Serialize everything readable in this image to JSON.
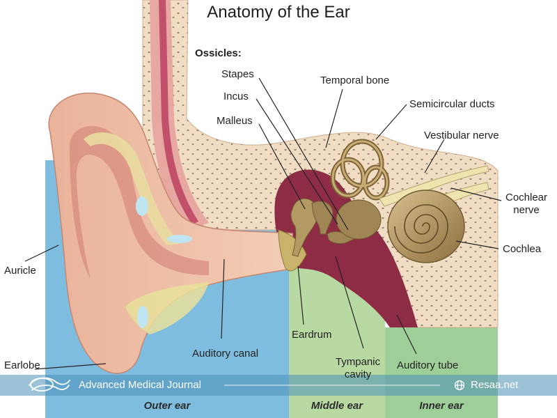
{
  "title": "Anatomy of the Ear",
  "colors": {
    "outer_zone": "#7fbde0",
    "middle_zone": "#b8d9a2",
    "inner_zone": "#9fcf98",
    "bone": "#f1dcc4",
    "skin": "#e8a98a",
    "cavity": "#8e2c45",
    "ossicle": "#a08555"
  },
  "group_heading": "Ossicles:",
  "labels": {
    "stapes": "Stapes",
    "incus": "Incus",
    "malleus": "Malleus",
    "temporal_bone": "Temporal bone",
    "semicircular_ducts": "Semicircular ducts",
    "vestibular_nerve": "Vestibular nerve",
    "cochlear_nerve_1": "Cochlear",
    "cochlear_nerve_2": "nerve",
    "cochlea": "Cochlea",
    "auricle": "Auricle",
    "eardrum": "Eardrum",
    "auditory_canal": "Auditory canal",
    "earlobe": "Earlobe",
    "tympanic_1": "Tympanic",
    "tympanic_2": "cavity",
    "auditory_tube": "Auditory tube"
  },
  "zones": {
    "outer": "Outer ear",
    "middle": "Middle ear",
    "inner": "Inner ear"
  },
  "footer": {
    "journal": "Advanced Medical Journal",
    "site": "Resaa.net",
    "logo_icon": "wave-logo-icon",
    "globe_icon": "globe-icon"
  }
}
